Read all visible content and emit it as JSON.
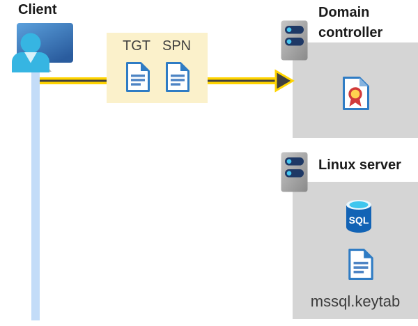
{
  "client": {
    "label": "Client"
  },
  "credentials_box": {
    "tgt": "TGT",
    "spn": "SPN"
  },
  "domain_controller": {
    "label": "Domain controller"
  },
  "linux_server": {
    "label": "Linux server",
    "database_label": "SQL",
    "keytab_file": "mssql.keytab"
  },
  "colors": {
    "arrow_yellow": "#ffd400",
    "arrow_dark": "#404040",
    "credentials_box_bg": "#fbf1cb",
    "server_panel_bg": "#d5d5d5",
    "client_drop_line": "#c3dcf8",
    "document_blue": "#2f7cc4",
    "monitor_blue_dark": "#2a5c9e",
    "person_cyan": "#36b5e2",
    "server_bar_navy": "#1e3865",
    "server_dot_cyan": "#45c6f1",
    "certificate_red": "#d13b3b",
    "certificate_gold": "#ffd34f",
    "sql_cylinder_blue": "#1263b5",
    "sql_top_cyan": "#3fc6ee"
  }
}
